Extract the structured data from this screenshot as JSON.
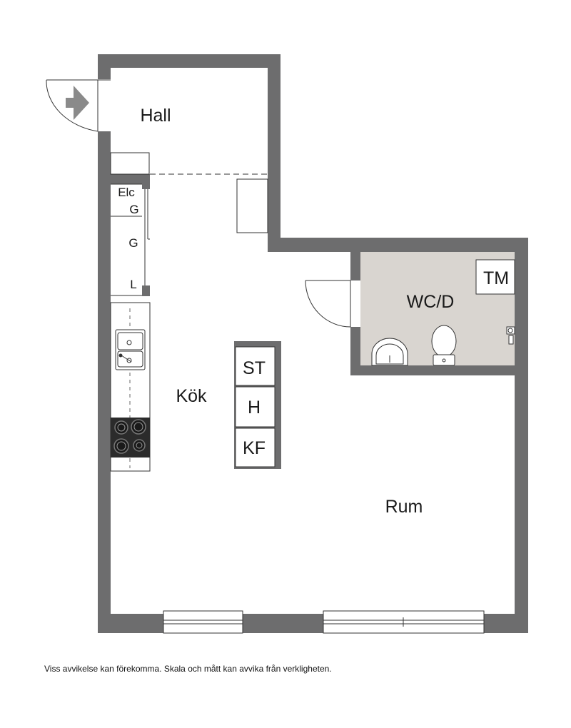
{
  "rooms": {
    "hall": "Hall",
    "kitchen": "Kök",
    "living": "Rum",
    "bath": "WC/D"
  },
  "appliances": {
    "elc": "Elc",
    "g1": "G",
    "g2": "G",
    "l": "L",
    "st": "ST",
    "h": "H",
    "kf": "KF",
    "tm": "TM"
  },
  "disclaimer": "Viss avvikelse kan förekomma. Skala och mått kan avvika från verkligheten.",
  "colors": {
    "wall": "#6d6d6e",
    "bath_floor": "#d9d5d0",
    "line": "#333333"
  }
}
